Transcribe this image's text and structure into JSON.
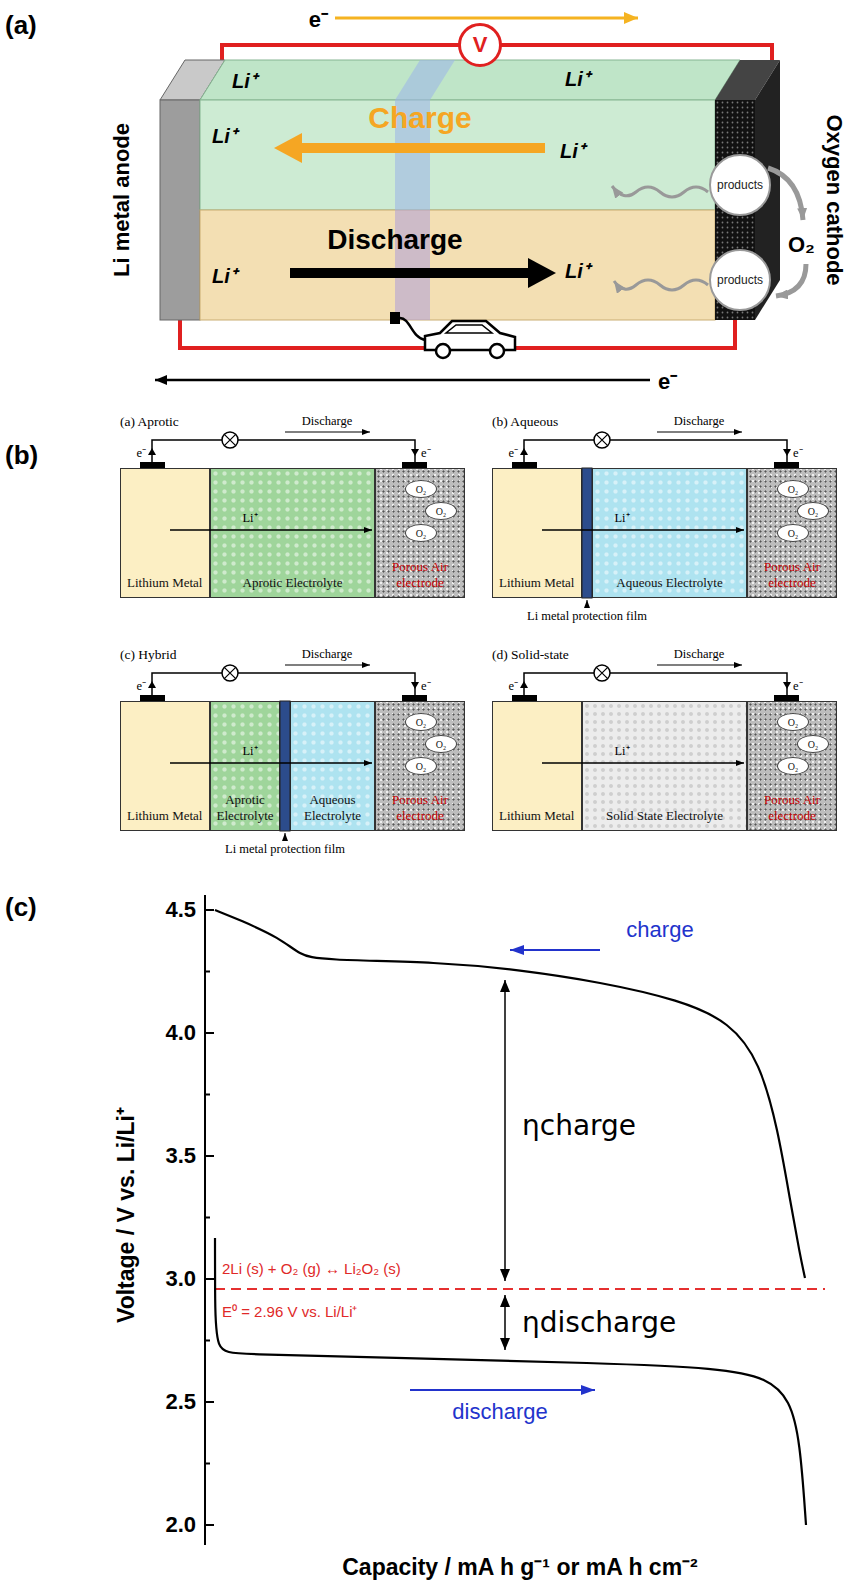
{
  "diagram": {
    "nodes": [
      {
        "text": [
          "V"
        ]
      },
      {
        "text": [
          "products"
        ]
      },
      {
        "text": [
          "products"
        ]
      },
      {
        "text": [
          "Lithium Metal"
        ]
      },
      {
        "text": [
          "Aprotic Electrolyte"
        ]
      },
      {
        "text": [
          "Porous Air electrode"
        ]
      },
      {
        "text": [
          "O₂"
        ],
        "in": 5
      },
      {
        "text": [
          "O₂"
        ],
        "in": 5
      },
      {
        "text": [
          "O₂"
        ],
        "in": 5
      },
      {
        "text": [
          "Lithium Metal"
        ]
      },
      {
        "text": [
          "Aqueous Electrolyte"
        ]
      },
      {
        "text": [
          "Porous Air electrode"
        ]
      },
      {
        "text": [
          "O₂"
        ],
        "in": 11
      },
      {
        "text": [
          "O₂"
        ],
        "in": 11
      },
      {
        "text": [
          "O₂"
        ],
        "in": 11
      },
      {
        "text": [
          "Lithium Metal"
        ]
      },
      {
        "text": [
          "Aprotic Electrolyte"
        ]
      },
      {
        "text": [
          "Aqueous Electrolyte"
        ]
      },
      {
        "text": [
          "Porous Air electrode"
        ]
      },
      {
        "text": [
          "O₂"
        ],
        "in": 18
      },
      {
        "text": [
          "O₂"
        ],
        "in": 18
      },
      {
        "text": [
          "O₂"
        ],
        "in": 18
      },
      {
        "text": [
          "Lithium Metal"
        ]
      },
      {
        "text": [
          "Solid State Electrolyte"
        ]
      },
      {
        "text": [
          "Porous Air electrode"
        ]
      },
      {
        "text": [
          "O₂"
        ],
        "in": 24
      },
      {
        "text": [
          "O₂"
        ],
        "in": 24
      },
      {
        "text": [
          "O₂"
        ],
        "in": 24
      }
    ],
    "labels": [
      "(a)",
      "e⁻",
      "Li metal anode",
      "Oxygen cathode",
      "Charge",
      "Discharge",
      "Li⁺",
      "Li⁺",
      "Li⁺",
      "Li⁺",
      "Li⁺",
      "Li⁺",
      "O₂",
      "e⁻",
      "(b)",
      "(a) Aprotic",
      "Discharge",
      "e⁻",
      "e⁻",
      "Li⁺",
      "(b) Aqueous",
      "Discharge",
      "e⁻",
      "e⁻",
      "Li⁺",
      "Li metal protection film",
      "(c) Hybrid",
      "Discharge",
      "e⁻",
      "e⁻",
      "Li⁺",
      "Li metal protection film",
      "(d) Solid-state",
      "Discharge",
      "e⁻",
      "e⁻",
      "Li⁺",
      "(c)",
      "4.5",
      "4.0",
      "3.5",
      "3.0",
      "2.5",
      "2.0",
      "Voltage / V vs. Li/Li⁺",
      "Capacity / mA h g⁻¹ or mA h cm⁻²",
      "charge",
      "discharge",
      "ηcharge",
      "ηdischarge",
      "2Li (s) + O₂ (g) ↔ Li₂O₂ (s)",
      "E⁰ = 2.96 V vs. Li/Li⁺"
    ]
  }
}
